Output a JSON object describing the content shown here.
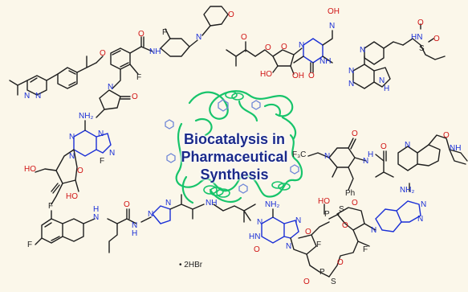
{
  "title": {
    "line1": "Biocatalysis in",
    "line2": "Pharmaceutical Synthesis"
  },
  "colors": {
    "background": "#fbf7ea",
    "title": "#1b2a8a",
    "protein": "#17c46b",
    "nitrogen": "#1a2fd6",
    "oxygen": "#d01515",
    "fluorine": "#1f1f1f"
  },
  "labels": {
    "salt": "• 2HBr",
    "f": "F",
    "o": "O",
    "n": "N",
    "h": "H",
    "nh": "NH",
    "nh2": "NH₂",
    "oh": "OH",
    "ho": "HO",
    "hn": "HN",
    "s": "S",
    "p": "P",
    "ph": "Ph",
    "f3c": "F₃C",
    "nhN": "N",
    "sTop": "S",
    "sBottom": "S"
  }
}
